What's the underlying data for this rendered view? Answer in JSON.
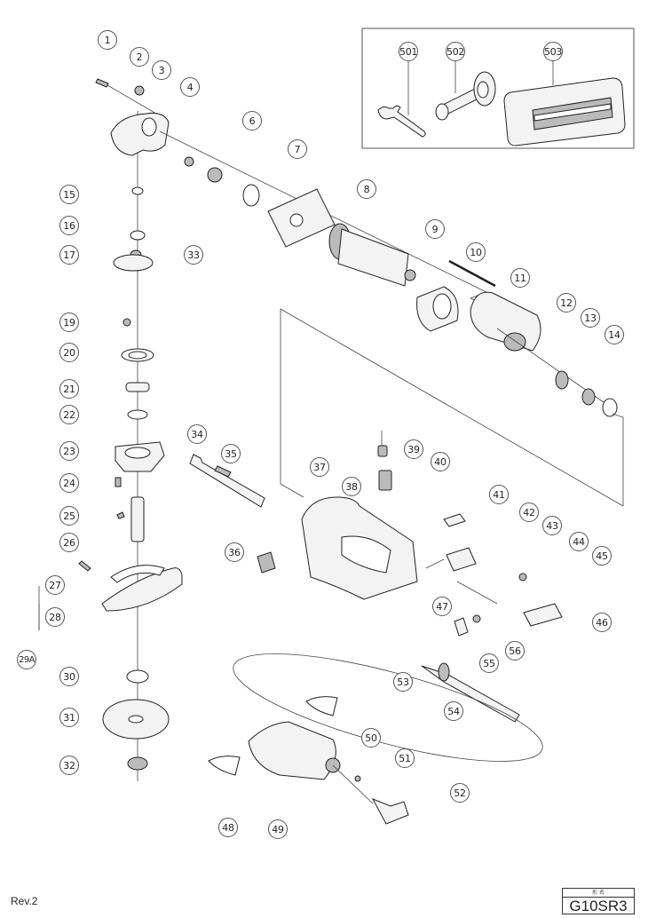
{
  "revision": "Rev.2",
  "model": {
    "header": "形 名",
    "name": "G10SR3"
  },
  "accessories_box": {
    "items": [
      {
        "number": "501",
        "part": "wrench"
      },
      {
        "number": "502",
        "part": "side-handle"
      },
      {
        "number": "503",
        "part": "carrying-case"
      }
    ]
  },
  "parts": [
    {
      "number": "1"
    },
    {
      "number": "2"
    },
    {
      "number": "3"
    },
    {
      "number": "4"
    },
    {
      "number": "6"
    },
    {
      "number": "7"
    },
    {
      "number": "8"
    },
    {
      "number": "9"
    },
    {
      "number": "10"
    },
    {
      "number": "11"
    },
    {
      "number": "12"
    },
    {
      "number": "13"
    },
    {
      "number": "14"
    },
    {
      "number": "15"
    },
    {
      "number": "16"
    },
    {
      "number": "17"
    },
    {
      "number": "19"
    },
    {
      "number": "20"
    },
    {
      "number": "21"
    },
    {
      "number": "22"
    },
    {
      "number": "23"
    },
    {
      "number": "24"
    },
    {
      "number": "25"
    },
    {
      "number": "26"
    },
    {
      "number": "27"
    },
    {
      "number": "28"
    },
    {
      "number": "29A"
    },
    {
      "number": "30"
    },
    {
      "number": "31"
    },
    {
      "number": "32"
    },
    {
      "number": "33"
    },
    {
      "number": "34"
    },
    {
      "number": "35"
    },
    {
      "number": "36"
    },
    {
      "number": "37"
    },
    {
      "number": "38"
    },
    {
      "number": "39"
    },
    {
      "number": "40"
    },
    {
      "number": "41"
    },
    {
      "number": "42"
    },
    {
      "number": "43"
    },
    {
      "number": "44"
    },
    {
      "number": "45"
    },
    {
      "number": "46"
    },
    {
      "number": "47"
    },
    {
      "number": "48"
    },
    {
      "number": "49"
    },
    {
      "number": "50"
    },
    {
      "number": "51"
    },
    {
      "number": "52"
    },
    {
      "number": "53"
    },
    {
      "number": "54"
    },
    {
      "number": "55"
    },
    {
      "number": "56"
    }
  ]
}
